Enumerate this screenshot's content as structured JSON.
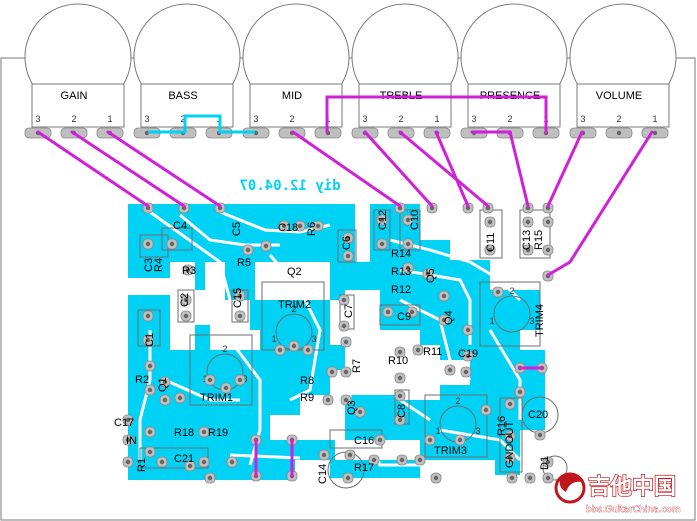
{
  "colors": {
    "copper": "#00d2f5",
    "jumper": "#d020d8",
    "pad": "#bfbfbf",
    "outline": "#7a7a7a",
    "logo_red": "#c0161d"
  },
  "pots": [
    {
      "label": "GAIN",
      "pins": [
        "3",
        "2",
        "1"
      ]
    },
    {
      "label": "BASS",
      "pins": [
        "3",
        "2",
        "1"
      ]
    },
    {
      "label": "MID",
      "pins": [
        "3",
        "2",
        "1"
      ]
    },
    {
      "label": "TREBLE",
      "pins": [
        "3",
        "2",
        "1"
      ]
    },
    {
      "label": "PRESENCE",
      "pins": [
        "3",
        "2",
        "1"
      ]
    },
    {
      "label": "VOLUME",
      "pins": [
        "3",
        "2",
        "1"
      ]
    }
  ],
  "board": {
    "date_text": "diy 12.04.07",
    "trim_pins": [
      "1",
      "2",
      "3"
    ]
  },
  "components": [
    "C4",
    "C5",
    "C18",
    "R6",
    "C6",
    "C12",
    "C10",
    "C11",
    "C13",
    "R15",
    "C3",
    "R4",
    "R3",
    "R5",
    "Q2",
    "R14",
    "R13",
    "Q5",
    "R12",
    "C2",
    "C15",
    "TRIM2",
    "C7",
    "C9",
    "Q4",
    "TRIM4",
    "C1",
    "R11",
    "C19",
    "R10",
    "R2",
    "Q1",
    "R7",
    "R8",
    "R9",
    "TRIM1",
    "Q3",
    "C8",
    "C17",
    "R18",
    "R19",
    "IN",
    "C16",
    "TRIM3",
    "R16",
    "GND",
    "OUT",
    "C20",
    "R1",
    "C21",
    "C14",
    "R17",
    "D1"
  ],
  "logo": {
    "text": "吉他中国",
    "url": "bbs.GuitarChina.com"
  }
}
